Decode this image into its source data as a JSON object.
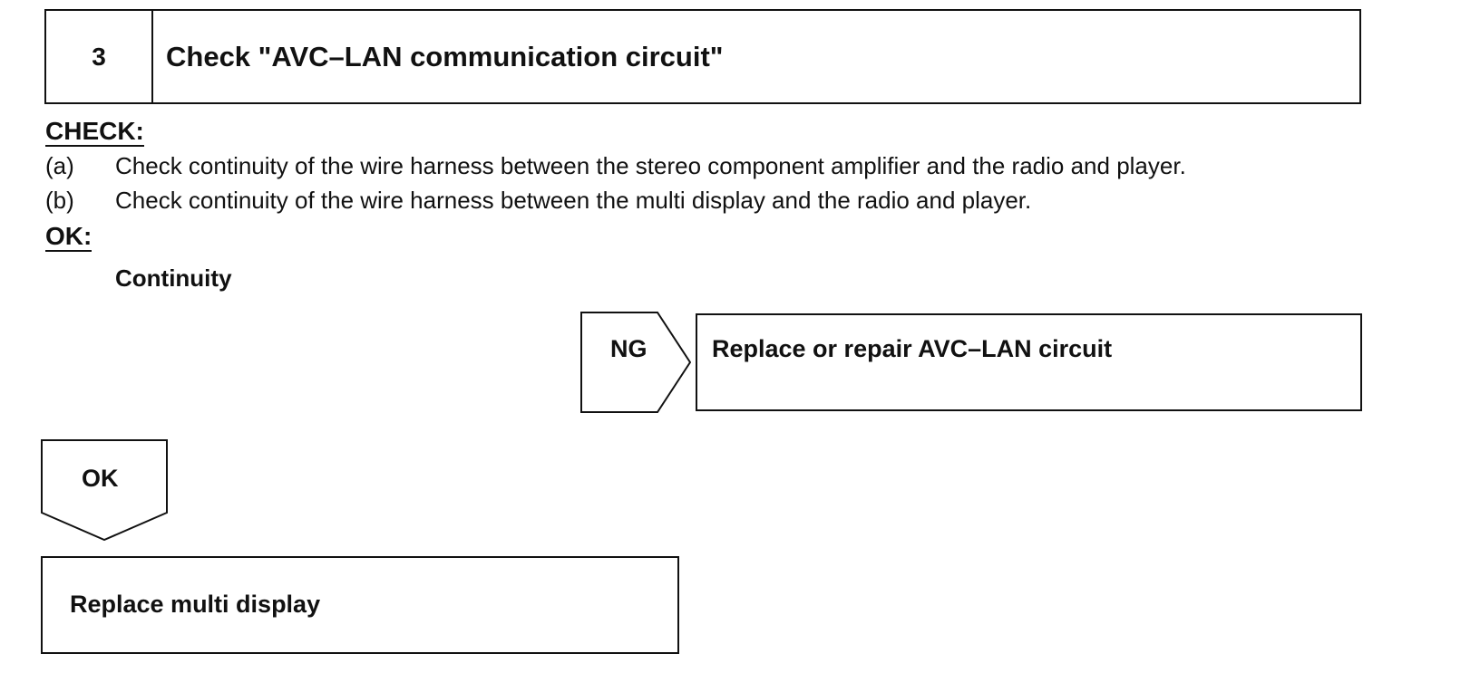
{
  "step": {
    "number": "3",
    "title": "Check \"AVC–LAN communication circuit\""
  },
  "check": {
    "label": "CHECK:",
    "items": [
      {
        "tag": "(a)",
        "text": "Check continuity of the wire harness between the stereo component amplifier and the radio and player."
      },
      {
        "tag": "(b)",
        "text": "Check continuity of the wire harness between the multi display and the radio and player."
      }
    ]
  },
  "ok_spec": {
    "label": "OK:",
    "value": "Continuity"
  },
  "ng_branch": {
    "label": "NG",
    "action": "Replace or repair AVC–LAN circuit"
  },
  "ok_branch": {
    "label": "OK",
    "action": "Replace multi display"
  }
}
